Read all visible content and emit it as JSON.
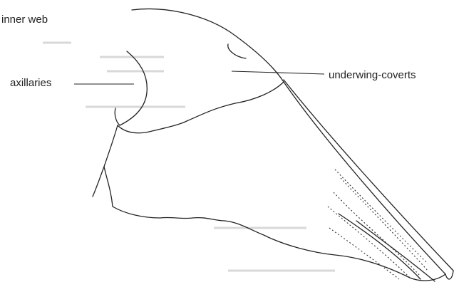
{
  "labels": {
    "inner_web": "inner web",
    "axillaries": "axillaries",
    "underwing_coverts": "underwing-coverts"
  }
}
